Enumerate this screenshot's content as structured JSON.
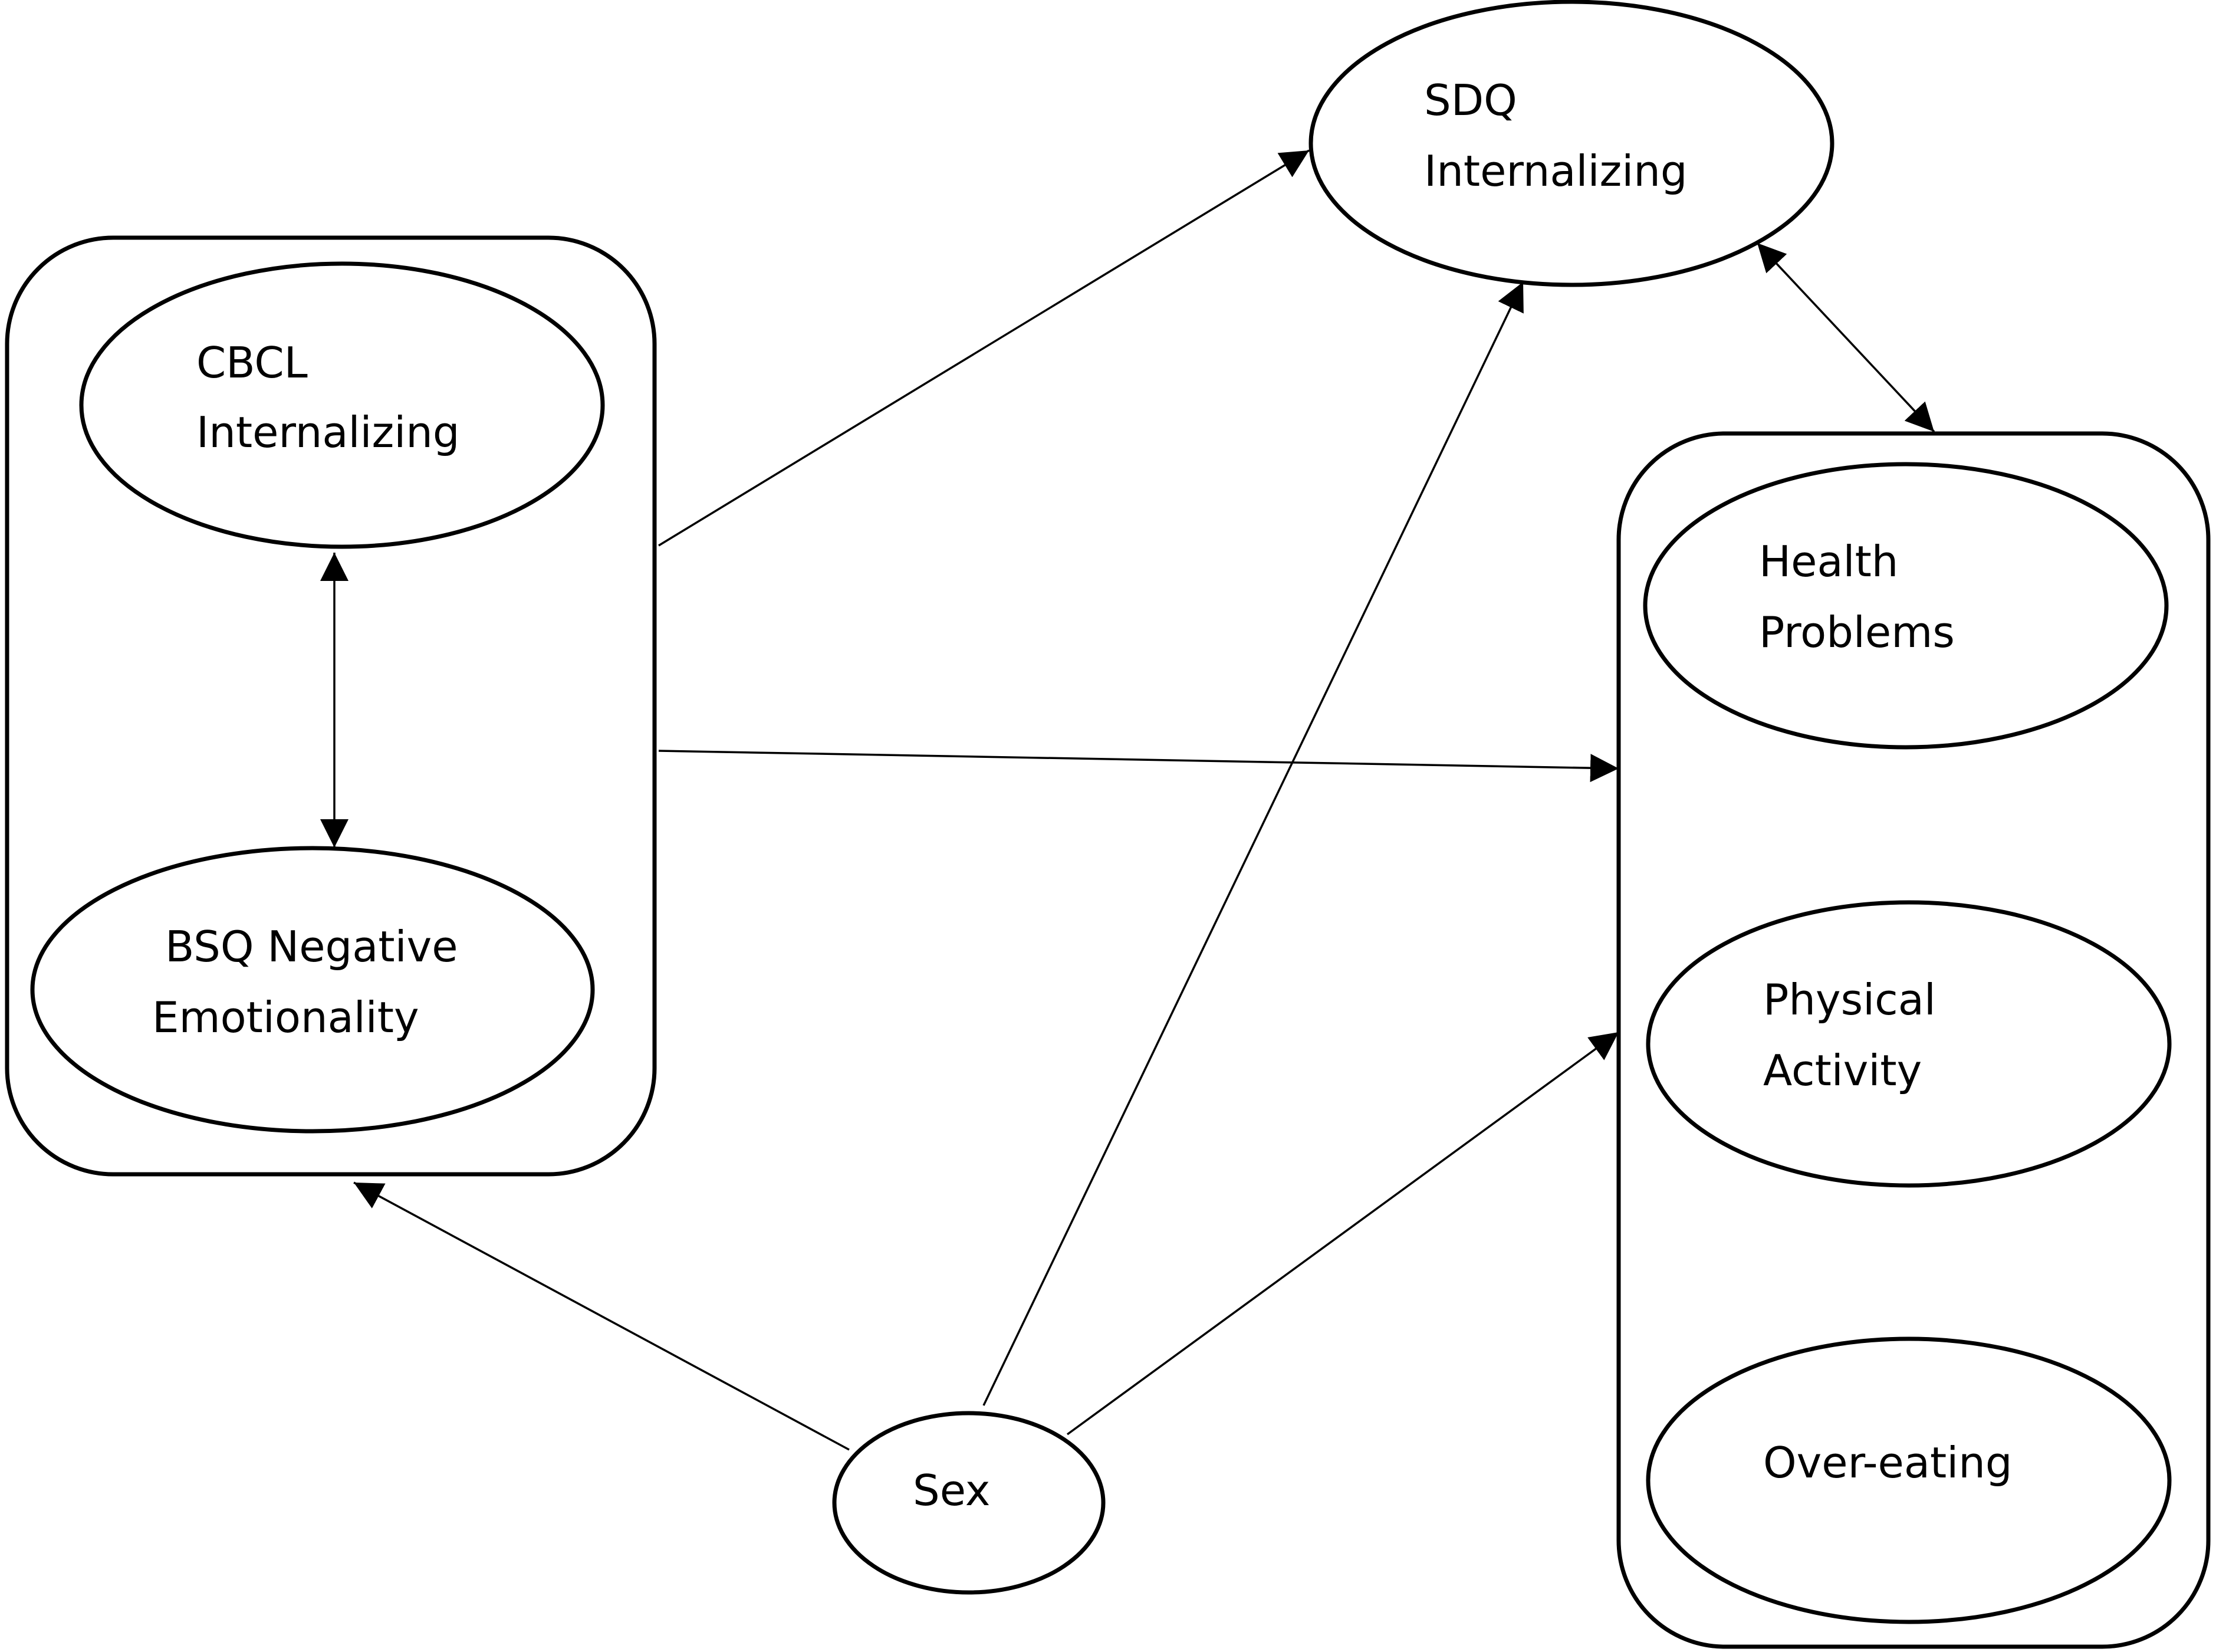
{
  "diagram": {
    "nodes": {
      "sdq": {
        "line1": "SDQ",
        "line2": "Internalizing"
      },
      "cbcl": {
        "line1": "CBCL",
        "line2": "Internalizing"
      },
      "bsq": {
        "line1": "BSQ Negative",
        "line2": "Emotionality"
      },
      "health": {
        "line1": "Health",
        "line2": "Problems"
      },
      "physical": {
        "line1": "Physical",
        "line2": "Activity"
      },
      "overeating": {
        "line1": "Over-eating"
      },
      "sex": {
        "line1": "Sex"
      }
    },
    "edges": [
      {
        "from": "left-group",
        "to": "sdq",
        "type": "directed"
      },
      {
        "from": "left-group",
        "to": "right-group",
        "type": "directed"
      },
      {
        "from": "cbcl",
        "to": "bsq",
        "type": "bidirectional"
      },
      {
        "from": "sdq",
        "to": "right-group",
        "type": "bidirectional"
      },
      {
        "from": "sex",
        "to": "left-group",
        "type": "directed"
      },
      {
        "from": "sex",
        "to": "sdq",
        "type": "directed"
      },
      {
        "from": "sex",
        "to": "right-group",
        "type": "directed"
      }
    ],
    "colors": {
      "stroke": "#000000",
      "background": "#ffffff"
    }
  }
}
